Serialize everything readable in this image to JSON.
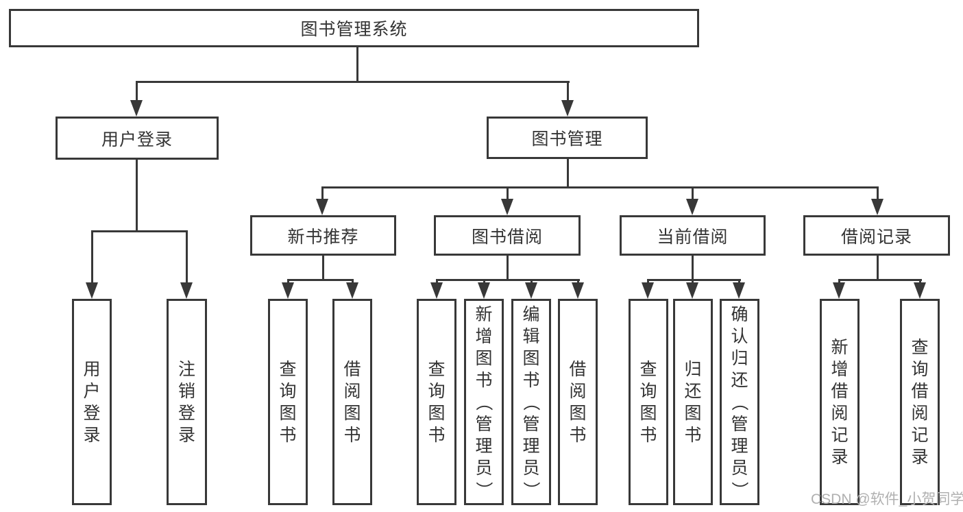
{
  "diagram": {
    "root_label": "图书管理系统",
    "level2": {
      "user_login": "用户登录",
      "book_management": "图书管理"
    },
    "level3": {
      "new_books": "新书推荐",
      "book_borrow": "图书借阅",
      "current_borrow": "当前借阅",
      "borrow_records": "借阅记录"
    },
    "leaves": {
      "user_login": "用户登录",
      "logout": "注销登录",
      "nb_query": "查询图书",
      "nb_borrow": "借阅图书",
      "bb_query": "查询图书",
      "bb_add": "新增图书（管理员）",
      "bb_edit": "编辑图书（管理员）",
      "bb_borrow": "借阅图书",
      "cb_query": "查询图书",
      "cb_return": "归还图书",
      "cb_confirm": "确认归还（管理员）",
      "br_add": "新增借阅记录",
      "br_query": "查询借阅记录"
    }
  },
  "watermark": {
    "text": "CSDN @软件_小贺同学"
  },
  "colors": {
    "line": "#383838",
    "text": "#333333",
    "watermark": "#b0b0b0"
  }
}
